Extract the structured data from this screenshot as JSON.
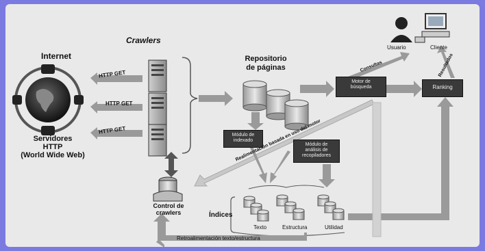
{
  "internet_label": "Internet",
  "crawlers_label": "Crawlers",
  "servers_label": [
    "Servidores",
    "HTTP",
    "(World Wide Web)"
  ],
  "http_get": [
    "HTTP GET",
    "HTTP GET",
    "HTTP GET"
  ],
  "repo_label": [
    "Repositorio",
    "de páginas"
  ],
  "modulo_indexado": [
    "Módulo de",
    "indexado"
  ],
  "modulo_analisis": [
    "Módulo de",
    "análisis de",
    "recopiladores"
  ],
  "motor": [
    "Motor de",
    "búsqueda"
  ],
  "ranking": "Ranking",
  "usuario": "Usuario",
  "cliente": "Cliente",
  "consultas": "Consultas",
  "resultados": "Resultados",
  "realimentacion_uso": "Realimentación basada en uso del motor",
  "control": [
    "Control de",
    "crawlers"
  ],
  "indices": "Índices",
  "index_labels": [
    "Texto",
    "Estructura",
    "Utilidad"
  ],
  "retro": "Retroalimentación texto/estructura",
  "colors": {
    "frame": "#7b7ae0",
    "canvas": "#e9e9e9",
    "arrow": "#8c8c8c",
    "box": "#3a3a3a"
  }
}
